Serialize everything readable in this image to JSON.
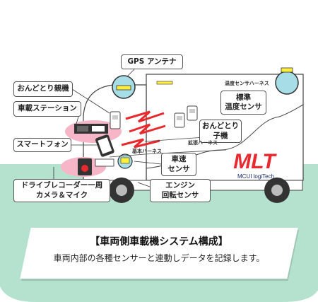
{
  "labels": {
    "gps": "GPS アンテナ",
    "ondotori_master": "おんどとり親機",
    "station": "車載ステーション",
    "smartphone": "スマートフォン",
    "drive_recorder": "ドライブレコーダー一周\nカメラ＆マイク",
    "standard_temp_sensor": "標準\n温度センサ",
    "ondotori_child": "おんどとり\n子機",
    "speed_sensor": "車速\nセンサ",
    "engine_sensor": "エンジン\n回転センサ"
  },
  "harness": {
    "temp": "温度センサハーネス",
    "expansion": "拡張ハーネス",
    "base": "基本ハーネス"
  },
  "logo": {
    "text": "MLT",
    "subtext": "MCUI logiTech"
  },
  "caption": {
    "title": "【車両側車載機システム構成】",
    "text": "車両内部の各種センサーと連動しデータを記録します。"
  },
  "colors": {
    "ground": "#b5e2cf",
    "pink": "#f7b6c8",
    "lightblue": "#a6dde6",
    "yellow": "#ffef3c",
    "red": "#e8292d"
  }
}
